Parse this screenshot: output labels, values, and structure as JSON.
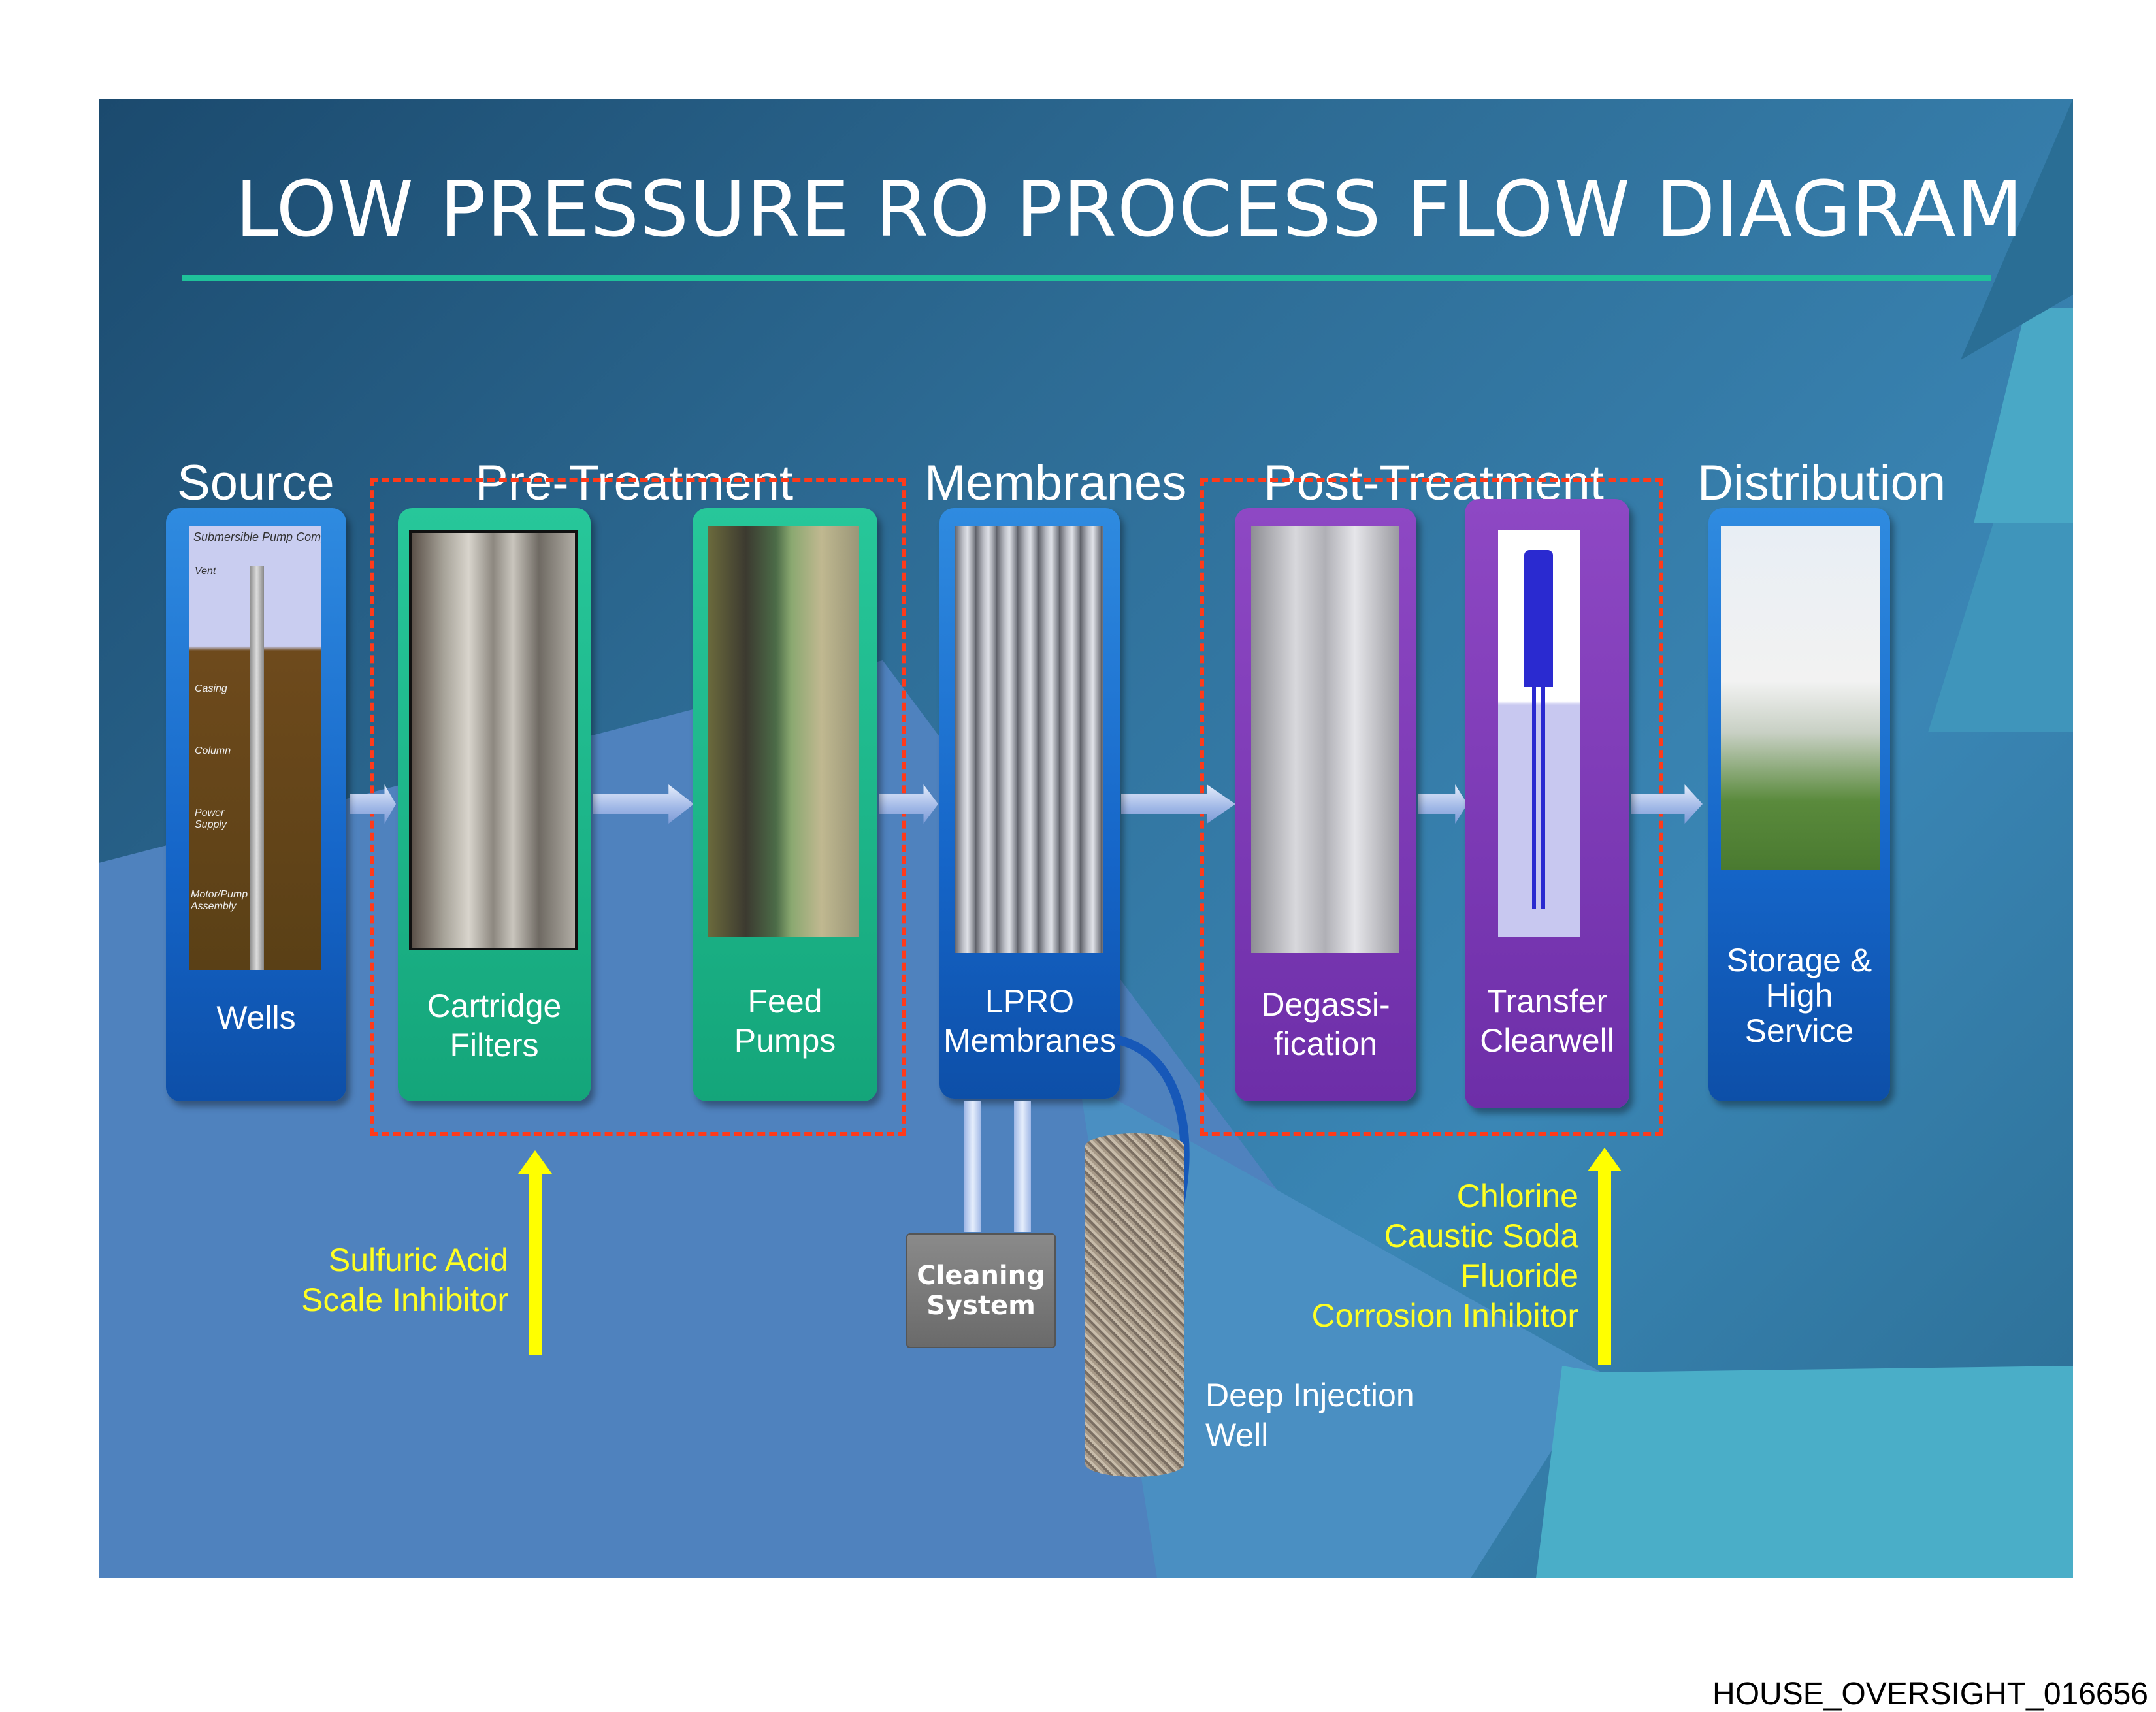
{
  "title": "LOW PRESSURE RO PROCESS FLOW DIAGRAM",
  "stages": [
    "Source",
    "Pre-Treatment",
    "Membranes",
    "Post-Treatment",
    "Distribution"
  ],
  "units": {
    "wells": [
      "Wells"
    ],
    "cartridge": [
      "Cartridge",
      "Filters"
    ],
    "feed": [
      "Feed",
      "Pumps"
    ],
    "lpro": [
      "LPRO",
      "Membranes"
    ],
    "degas": [
      "Degassi-",
      "fication"
    ],
    "transfer": [
      "Transfer",
      "Clearwell"
    ],
    "storage": [
      "Storage &",
      "High",
      "Service"
    ]
  },
  "well_diagram": {
    "title": "Submersible Pump Compo",
    "labels": [
      "Vent",
      "Casing",
      "Column",
      "Power Supply",
      "Motor/Pump Assembly"
    ]
  },
  "pretreatment_chemicals": [
    "Sulfuric Acid",
    "Scale Inhibitor"
  ],
  "posttreatment_chemicals": [
    "Chlorine",
    "Caustic Soda",
    "Fluoride",
    "Corrosion Inhibitor"
  ],
  "cleaning_system": [
    "Cleaning",
    "System"
  ],
  "deep_injection_well": [
    "Deep Injection",
    "Well"
  ],
  "footer": "HOUSE_OVERSIGHT_016656",
  "colors": {
    "blue_unit": "#1565c8",
    "green_unit": "#14a57a",
    "purple_unit": "#6d2ea8",
    "dashed_border": "#ff3a1a",
    "chemical_text": "#ffff22",
    "title_rule": "#1fc19a"
  }
}
